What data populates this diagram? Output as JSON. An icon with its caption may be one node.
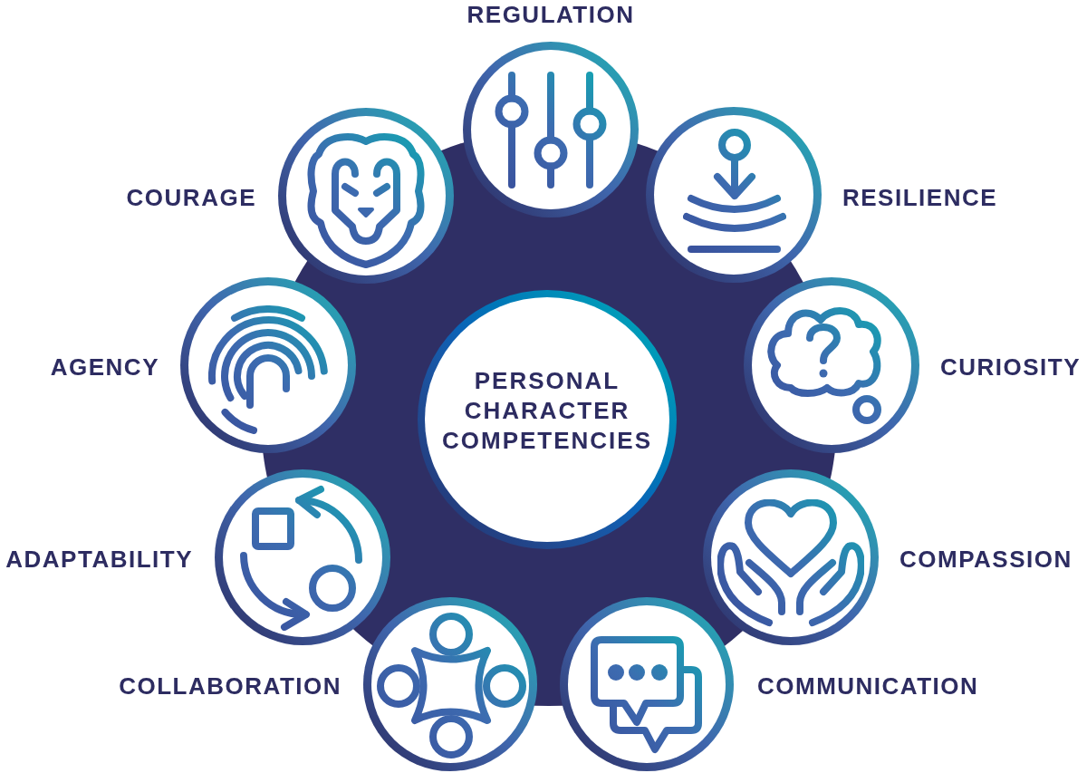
{
  "diagram": {
    "nodes": [
      {
        "text": [
          "PERSONAL CHARACTER COMPETENCIES"
        ]
      },
      {
        "text": [],
        "shape": "circle",
        "beside": [
          "REGULATION"
        ]
      },
      {
        "text": [],
        "shape": "circle",
        "beside": [
          "COURAGE"
        ]
      },
      {
        "text": [],
        "shape": "circle",
        "beside": [
          "RESILIENCE"
        ]
      },
      {
        "text": [],
        "shape": "circle",
        "beside": [
          "AGENCY"
        ]
      },
      {
        "text": [],
        "shape": "circle",
        "beside": [
          "CURIOSITY"
        ]
      },
      {
        "text": [],
        "shape": "circle",
        "beside": [
          "ADAPTABILITY"
        ]
      },
      {
        "text": [],
        "shape": "circle",
        "beside": [
          "COMPASSION"
        ]
      },
      {
        "text": [],
        "shape": "circle",
        "beside": [
          "COLLABORATION"
        ]
      },
      {
        "text": [],
        "shape": "circle",
        "beside": [
          "COMMUNICATION"
        ]
      }
    ]
  }
}
